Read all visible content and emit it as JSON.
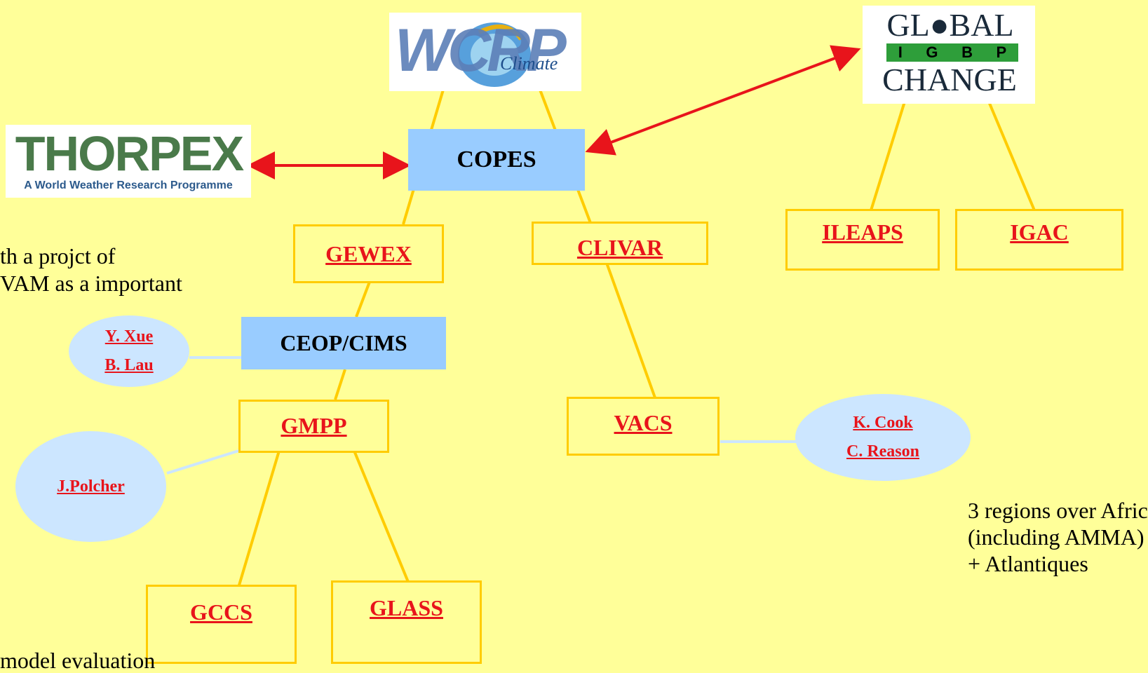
{
  "logos": {
    "wcrp": {
      "word": "WCRP",
      "script": "Climate"
    },
    "global_change": {
      "line1": "GL●BAL",
      "letters": [
        "I",
        "G",
        "B",
        "P"
      ],
      "line3": "CHANGE"
    },
    "thorpex": {
      "word": "THORPEX",
      "tagline": "A World Weather Research Programme"
    }
  },
  "nodes": {
    "copes": "COPES",
    "gewex": "GEWEX",
    "clivar": "CLIVAR",
    "ileaps": "ILEAPS",
    "igac": "IGAC",
    "ceop_cims": "CEOP/CIMS",
    "gmpp": "GMPP",
    "vacs": "VACS",
    "gccs": "GCCS",
    "glass": "GLASS"
  },
  "people": {
    "ceop": [
      "Y. Xue",
      "B. Lau"
    ],
    "gmpp": [
      "J.Polcher"
    ],
    "vacs": [
      "K. Cook",
      "C. Reason"
    ]
  },
  "notes": {
    "left_top": [
      "th a projct of",
      "VAM as a important"
    ],
    "right": [
      "3 regions over Afric",
      "(including AMMA)",
      "+ Atlantiques"
    ],
    "bottom_left": "model evaluation"
  },
  "colors": {
    "background": "#FFFF99",
    "box_border": "#FFCC00",
    "link": "#E8141B",
    "blue_box": "#99CCFF",
    "ellipse": "#CCE6FF",
    "arrow": "#E8141B"
  }
}
